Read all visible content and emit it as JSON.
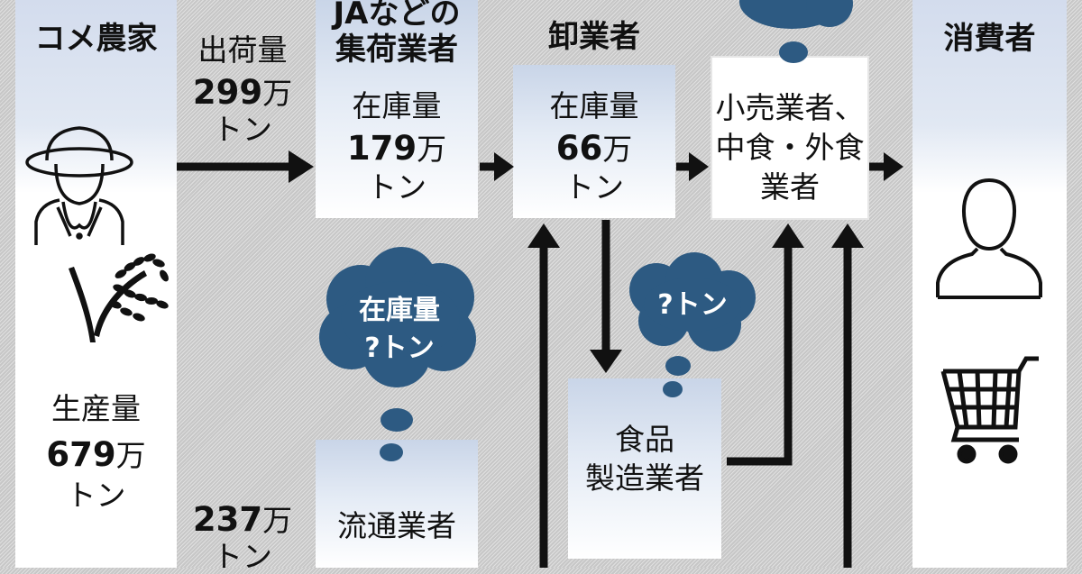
{
  "columns": {
    "farmer": "コメ農家",
    "ja": [
      "JAなどの",
      "集荷業者"
    ],
    "wholesale": "卸業者",
    "consumer": "消費者"
  },
  "production": {
    "label": "生産量",
    "value": "679",
    "unit": "万",
    "unit2": "トン"
  },
  "shipment": {
    "label": "出荷量",
    "value": "299",
    "unit": "万",
    "unit2": "トン"
  },
  "lower_shipment": {
    "value": "237",
    "unit": "万",
    "unit2": "トン"
  },
  "ja_stock": {
    "label": "在庫量",
    "value": "179",
    "unit": "万",
    "unit2": "トン"
  },
  "wholesale_stock": {
    "label": "在庫量",
    "value": "66",
    "unit": "万",
    "unit2": "トン"
  },
  "retail": [
    "小売業者、",
    "中食・外食",
    "業者"
  ],
  "food_maker": [
    "食品",
    "製造業者"
  ],
  "distributor": "流通業者",
  "bubble_distributor": [
    "在庫量",
    "?トン"
  ],
  "bubble_food_maker": "?トン",
  "icons": [
    "farmer-icon",
    "rice-plant-icon",
    "person-icon",
    "shopping-cart-icon",
    "thought-bubble-icon",
    "arrow-icon"
  ],
  "colors": {
    "bubble": "#2d5a82",
    "arrow": "#111111",
    "box_top": "#c9d5e8"
  }
}
